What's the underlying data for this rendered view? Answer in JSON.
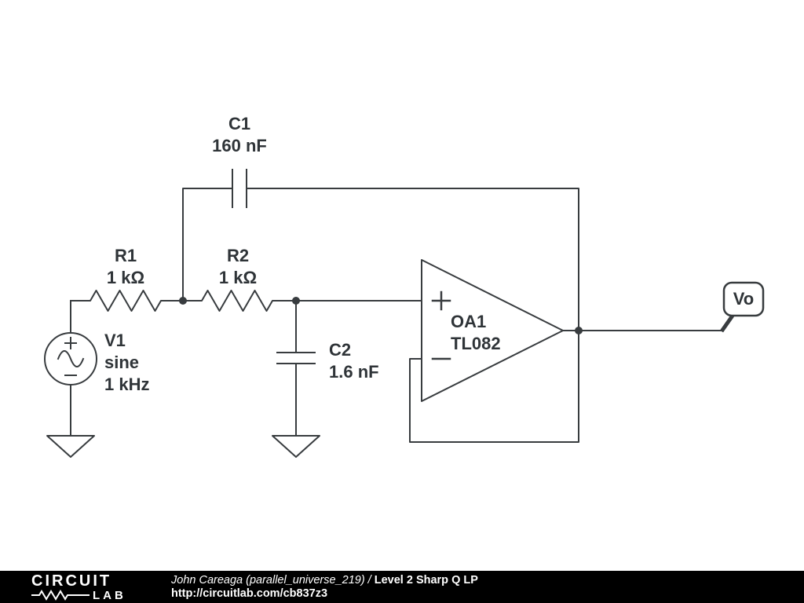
{
  "schematic": {
    "components": {
      "c1": {
        "ref": "C1",
        "value": "160 nF"
      },
      "r1": {
        "ref": "R1",
        "value": "1 kΩ"
      },
      "r2": {
        "ref": "R2",
        "value": "1 kΩ"
      },
      "v1": {
        "ref": "V1",
        "waveform": "sine",
        "frequency": "1 kHz"
      },
      "c2": {
        "ref": "C2",
        "value": "1.6 nF"
      },
      "oa1": {
        "ref": "OA1",
        "model": "TL082"
      },
      "vo_flag": {
        "label": "Vo"
      }
    },
    "colors": {
      "ink": "#383c3f"
    }
  },
  "footer": {
    "brand": {
      "line1": "CIRCUIT",
      "line2": "LAB"
    },
    "author_italic": "John Careaga (parallel_universe_219) / ",
    "title_bold": "Level 2 Sharp Q LP",
    "url": "http://circuitlab.com/cb837z3",
    "colors": {
      "bg": "#000000",
      "fg": "#ffffff"
    }
  }
}
